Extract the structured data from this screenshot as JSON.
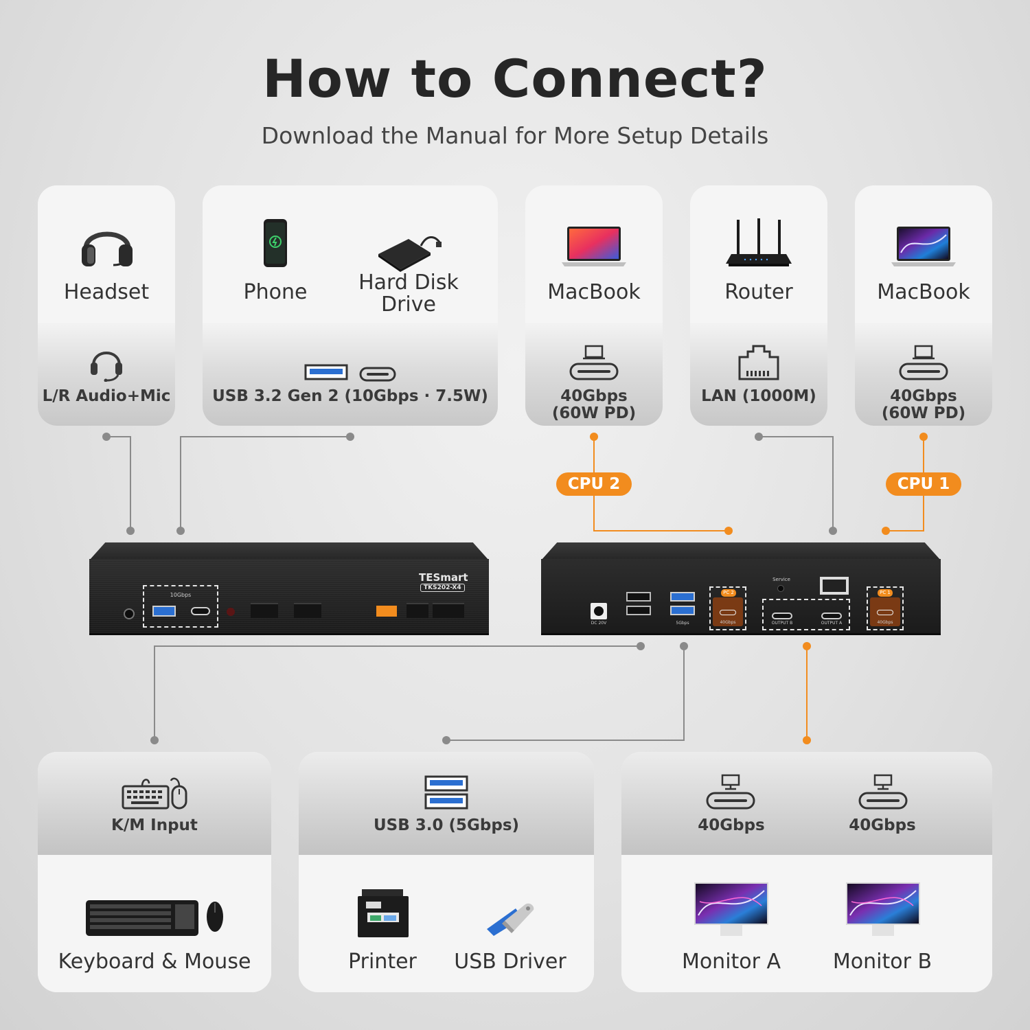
{
  "header": {
    "title": "How to Connect?",
    "subtitle": "Download the Manual for More Setup Details"
  },
  "top_cards": {
    "headset": {
      "device": "Headset",
      "port": "L/R Audio+Mic"
    },
    "usb": {
      "device1": "Phone",
      "device2_line1": "Hard Disk",
      "device2_line2": "Drive",
      "port": "USB 3.2 Gen 2 (10Gbps · 7.5W)"
    },
    "macbook2": {
      "device": "MacBook",
      "port_line1": "40Gbps",
      "port_line2": "(60W PD)"
    },
    "router": {
      "device": "Router",
      "port": "LAN (1000M)"
    },
    "macbook1": {
      "device": "MacBook",
      "port_line1": "40Gbps",
      "port_line2": "(60W PD)"
    }
  },
  "cpu_labels": {
    "cpu2": "CPU 2",
    "cpu1": "CPU 1"
  },
  "kvm_front": {
    "brand": "TESmart",
    "model": "TKS202-X4",
    "usb_speed": "10Gbps"
  },
  "kvm_rear": {
    "dc": "DC 20V",
    "usb_5g": "5Gbps",
    "service": "Service",
    "pc2": "PC 2",
    "pc1": "PC 1",
    "port_40g": "40Gbps",
    "output_b": "OUTPUT B",
    "output_a": "OUTPUT A"
  },
  "bottom_cards": {
    "km": {
      "port": "K/M Input",
      "device": "Keyboard & Mouse"
    },
    "usb3": {
      "port": "USB 3.0 (5Gbps)",
      "device1": "Printer",
      "device2": "USB Driver"
    },
    "monitors": {
      "port_a": "40Gbps",
      "port_b": "40Gbps",
      "device_a": "Monitor A",
      "device_b": "Monitor B"
    }
  },
  "colors": {
    "accent": "#f28c1e",
    "line": "#8a8a8a",
    "kvm_body": "#1f1f1f"
  },
  "icons": [
    "headset-icon",
    "phone-icon",
    "hard-disk-icon",
    "macbook-icon",
    "router-icon",
    "audio-jack-icon",
    "usb-a-icon",
    "usb-c-icon",
    "lan-icon",
    "keyboard-mouse-icon",
    "monitor-icon",
    "printer-icon",
    "usb-drive-icon"
  ]
}
